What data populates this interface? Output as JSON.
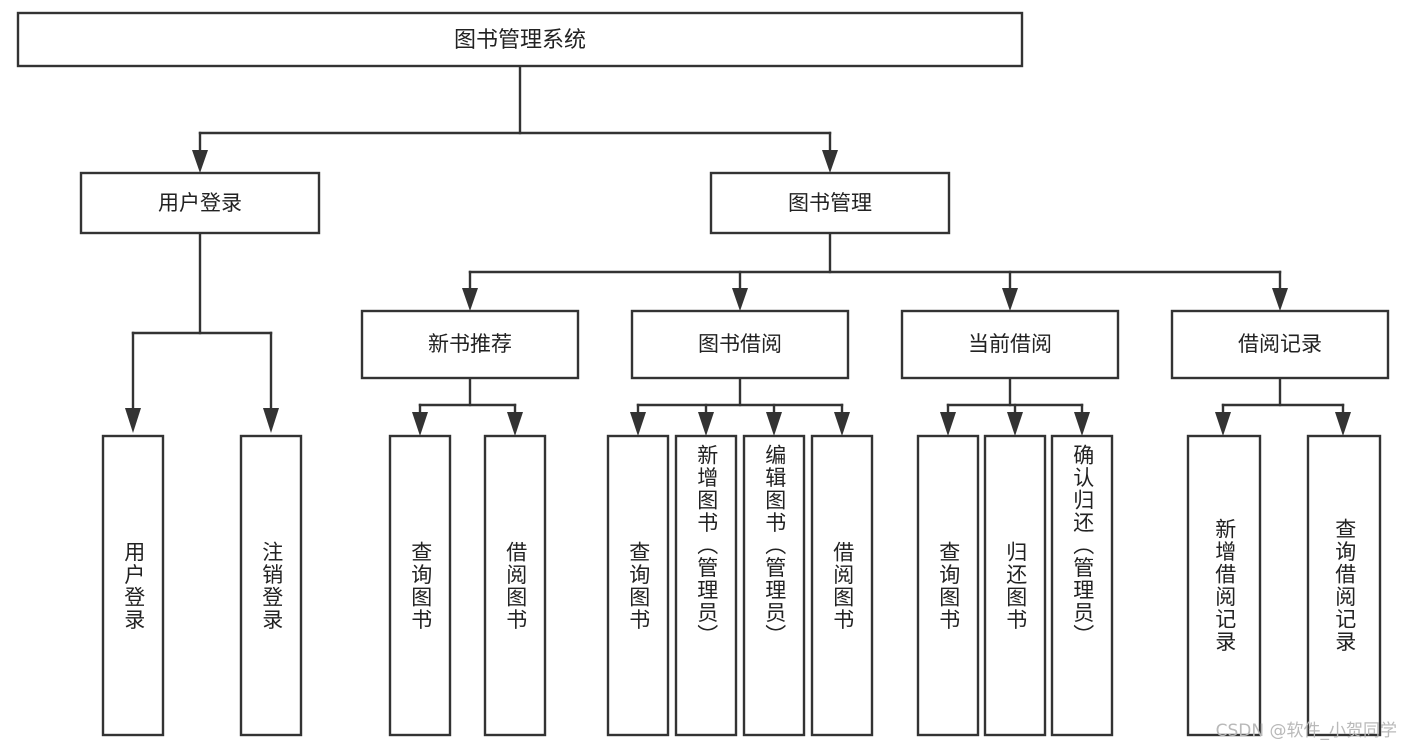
{
  "diagram": {
    "title": "图书管理系统",
    "type": "hierarchy-tree",
    "watermark": "CSDN @软件_小贺同学",
    "colors": {
      "stroke": "#333333",
      "fill": "#ffffff",
      "text": "#222222",
      "watermark": "#b9b9b9"
    },
    "levels": {
      "root": [
        "图书管理系统"
      ],
      "level2": [
        "用户登录",
        "图书管理"
      ],
      "level3": [
        "新书推荐",
        "图书借阅",
        "当前借阅",
        "借阅记录"
      ],
      "leaves": [
        "用户登录",
        "注销登录",
        "查询图书",
        "借阅图书",
        "查询图书",
        "新增图书（管理员）",
        "编辑图书（管理员）",
        "借阅图书",
        "查询图书",
        "归还图书",
        "确认归还（管理员）",
        "新增借阅记录",
        "查询借阅记录"
      ]
    },
    "nodes": {
      "root": {
        "label": "图书管理系统"
      },
      "user_login": {
        "label": "用户登录"
      },
      "book_manage": {
        "label": "图书管理"
      },
      "new_book_rec": {
        "label": "新书推荐"
      },
      "book_borrow": {
        "label": "图书借阅"
      },
      "current_borrow": {
        "label": "当前借阅"
      },
      "borrow_record": {
        "label": "借阅记录"
      },
      "leaf_user_login": {
        "label": "用户登录"
      },
      "leaf_logout": {
        "label": "注销登录"
      },
      "leaf_query_book_1": {
        "label": "查询图书"
      },
      "leaf_borrow_book_1": {
        "label": "借阅图书"
      },
      "leaf_query_book_2": {
        "label": "查询图书"
      },
      "leaf_add_book": {
        "label": "新增图书（管理员）"
      },
      "leaf_edit_book": {
        "label": "编辑图书（管理员）"
      },
      "leaf_borrow_book_2": {
        "label": "借阅图书"
      },
      "leaf_query_book_3": {
        "label": "查询图书"
      },
      "leaf_return_book": {
        "label": "归还图书"
      },
      "leaf_confirm_return": {
        "label": "确认归还（管理员）"
      },
      "leaf_add_record": {
        "label": "新增借阅记录"
      },
      "leaf_query_record": {
        "label": "查询借阅记录"
      }
    }
  }
}
